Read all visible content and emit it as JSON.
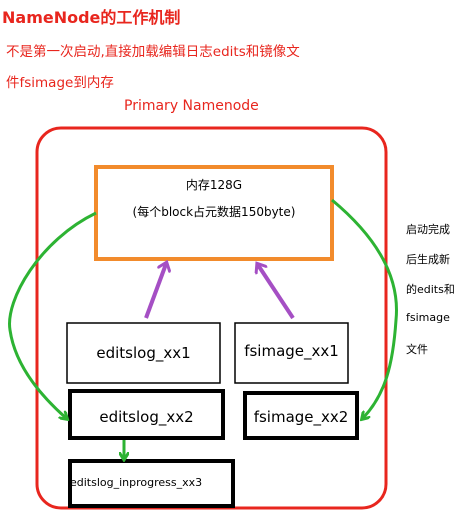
{
  "title": "NameNode的工作机制",
  "description": {
    "line1": "不是第一次启动,直接加载编辑日志edits和镜像文",
    "line2": "件fsimage到内存"
  },
  "primary_label": "Primary Namenode",
  "memory_box": {
    "line1": "内存128G",
    "line2": "(每个block占元数据150byte)"
  },
  "files": {
    "editslog_xx1": "editslog_xx1",
    "fsimage_xx1": "fsimage_xx1",
    "editslog_xx2": "editslog_xx2",
    "fsimage_xx2": "fsimage_xx2",
    "editslog_inprogress": "editslog_inprogress_xx3"
  },
  "side_note": {
    "line1": "启动完成",
    "line2": "后生成新",
    "line3": "的edits和",
    "line4": "fsimage",
    "line5": "文件"
  },
  "colors": {
    "red": "#e8261e",
    "orange": "#f28b2c",
    "green": "#2db333",
    "purple": "#a54fc4",
    "black": "#000000"
  }
}
